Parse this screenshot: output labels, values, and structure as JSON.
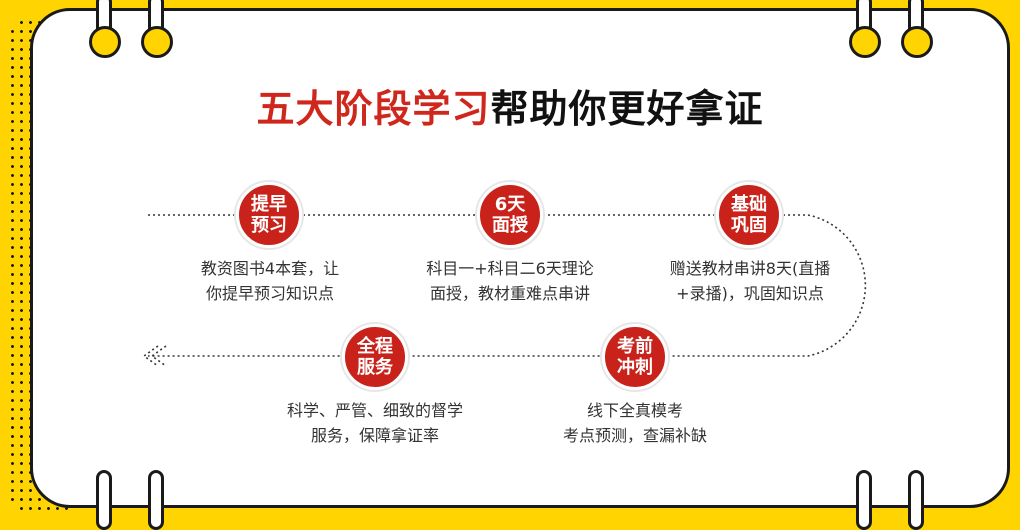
{
  "title": {
    "highlight": "五大阶段学习",
    "rest": "帮助你更好拿证"
  },
  "colors": {
    "background": "#FFD400",
    "accent_red": "#C8221A",
    "title_red": "#D0271D"
  },
  "stages": [
    {
      "line1": "提早",
      "line2": "预习",
      "desc1": "教资图书4本套，让",
      "desc2": "你提早预习知识点"
    },
    {
      "line1": "6天",
      "line2": "面授",
      "desc1": "科目一+科目二6天理论",
      "desc2": "面授，教材重难点串讲"
    },
    {
      "line1": "基础",
      "line2": "巩固",
      "desc1": "赠送教材串讲8天(直播",
      "desc2": "+录播)，巩固知识点"
    },
    {
      "line1": "考前",
      "line2": "冲刺",
      "desc1": "线下全真模考",
      "desc2": "考点预测，查漏补缺"
    },
    {
      "line1": "全程",
      "line2": "服务",
      "desc1": "科学、严管、细致的督学",
      "desc2": "服务，保障拿证率"
    }
  ]
}
